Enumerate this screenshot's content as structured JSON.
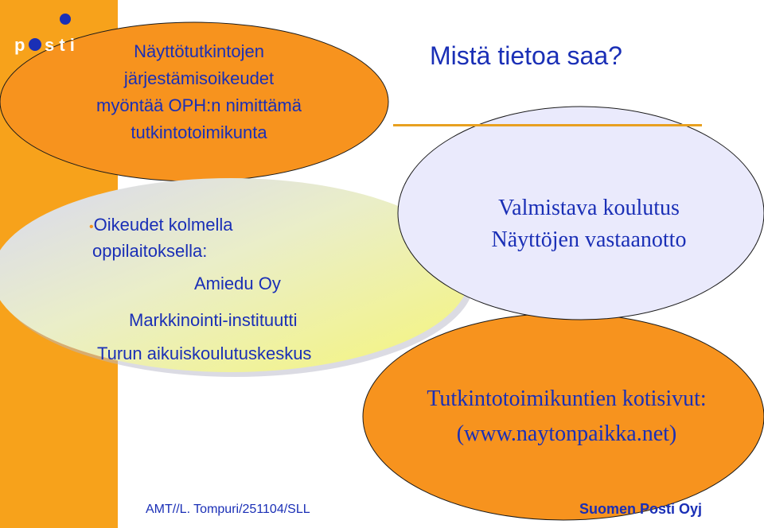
{
  "brand": {
    "logo_letters": "p●sti",
    "colors": {
      "orange": "#f7a21b",
      "blue_text": "#1a2fb6",
      "yellow_gradient": "#f5f58c",
      "lavender": "#eaeafc"
    }
  },
  "title": "Mistä tietoa saa?",
  "oval_top": {
    "lines": [
      "Näyttötutkintojen",
      "järjestämisoikeudet",
      "myöntää OPH:n nimittämä",
      "tutkintotoimikunta"
    ]
  },
  "oval_middle": {
    "bullet": "•",
    "heading_line1": "Oikeudet kolmella",
    "heading_line2": "oppilaitoksella:",
    "items": [
      "Amiedu Oy",
      "Markkinointi-instituutti",
      "Turun aikuiskoulutuskeskus"
    ]
  },
  "oval_right": {
    "lines": [
      "Valmistava koulutus",
      "Näyttöjen vastaanotto"
    ]
  },
  "oval_bottom": {
    "lines": [
      "Tutkintotoimikuntien kotisivut:",
      "(www.naytonpaikka.net)"
    ]
  },
  "footer": {
    "left": "AMT//L. Tompuri/251104/SLL",
    "right": "Suomen Posti Oyj"
  }
}
